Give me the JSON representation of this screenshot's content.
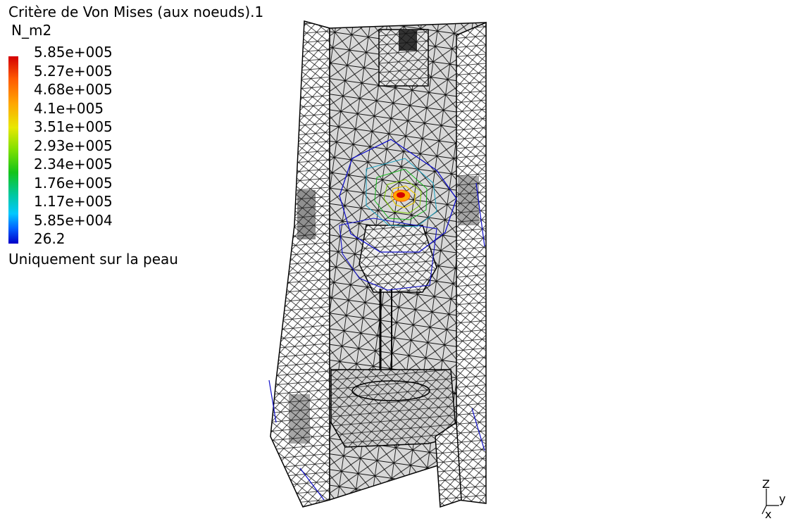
{
  "legend": {
    "title": "Critère de Von Mises (aux noeuds).1",
    "unit": "N_m2",
    "ticks": [
      "5.85e+005",
      "5.27e+005",
      "4.68e+005",
      "4.1e+005",
      "3.51e+005",
      "2.93e+005",
      "2.34e+005",
      "1.76e+005",
      "1.17e+005",
      "5.85e+004",
      "26.2"
    ],
    "note": "Uniquement sur la peau"
  },
  "axes": {
    "z": "Z",
    "y": "y",
    "x": "x"
  }
}
